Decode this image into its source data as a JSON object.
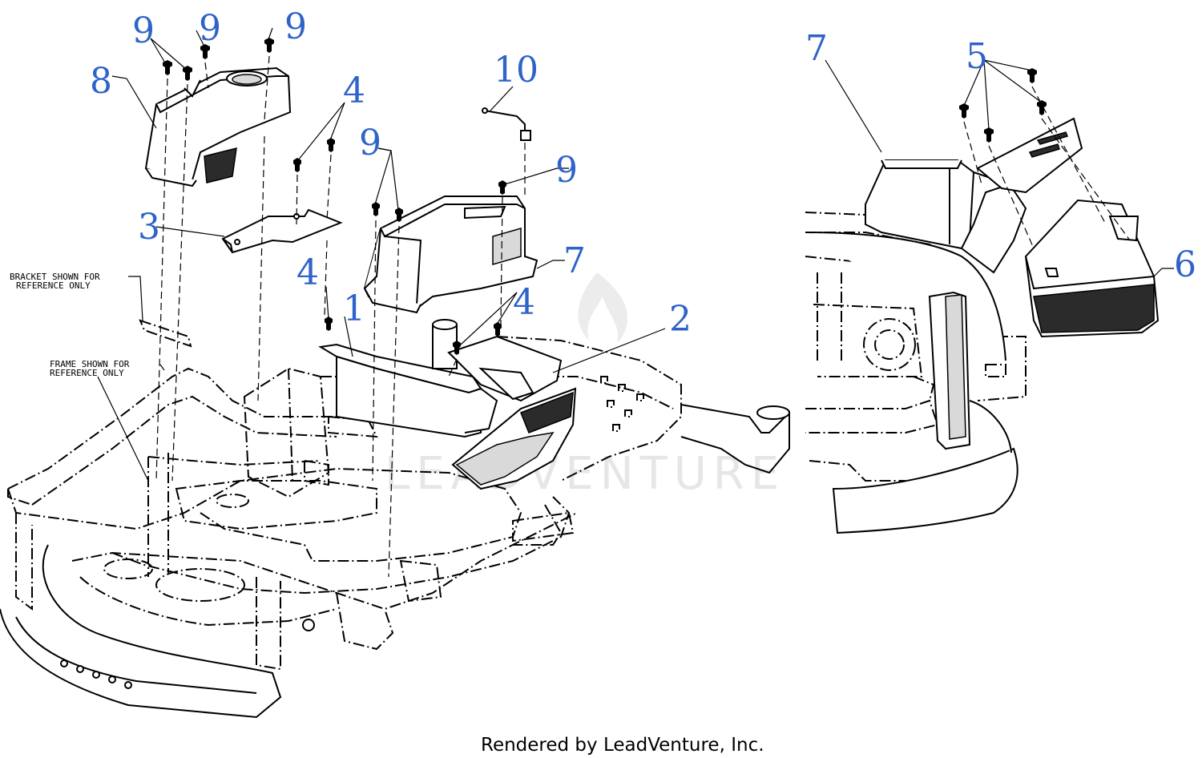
{
  "callouts": {
    "c1": "1",
    "c2": "2",
    "c3": "3",
    "c4a": "4",
    "c4b": "4",
    "c4c": "4",
    "c5": "5",
    "c6": "6",
    "c7a": "7",
    "c7b": "7",
    "c8": "8",
    "c9a": "9",
    "c9b": "9",
    "c9c": "9",
    "c9d": "9",
    "c9e": "9",
    "c10": "10"
  },
  "notes": {
    "bracket_line1": "BRACKET SHOWN FOR",
    "bracket_line2": "REFERENCE ONLY",
    "frame_line1": "FRAME SHOWN FOR",
    "frame_line2": "REFERENCE ONLY"
  },
  "watermark": "LEADVENTURE",
  "footer": "Rendered by LeadVenture, Inc.",
  "colors": {
    "callout": "#2f63c9",
    "line": "#000000",
    "watermark": "#e6e6e6"
  }
}
